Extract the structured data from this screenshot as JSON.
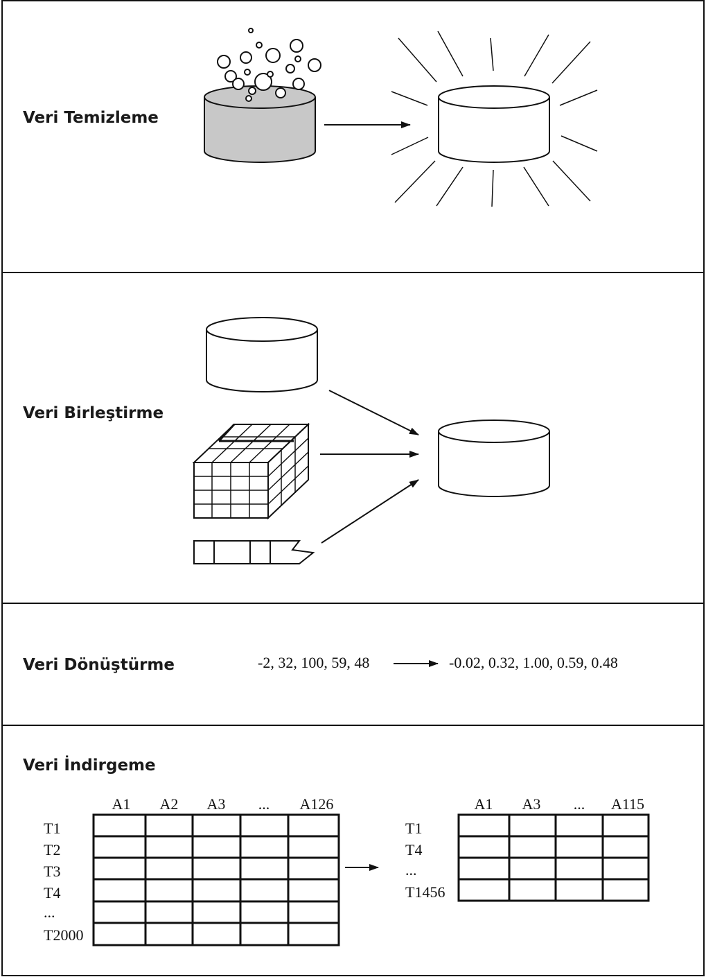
{
  "sections": {
    "cleaning": {
      "label": "Veri Temizleme"
    },
    "integration": {
      "label": "Veri Birleştirme"
    },
    "transformation": {
      "label": "Veri Dönüştürme",
      "input_values": "-2, 32, 100, 59, 48",
      "output_values": "-0.02, 0.32, 1.00, 0.59, 0.48"
    },
    "reduction": {
      "label": "Veri İndirgeme",
      "left_table": {
        "columns": [
          "A1",
          "A2",
          "A3",
          "...",
          "A126"
        ],
        "rows": [
          "T1",
          "T2",
          "T3",
          "T4",
          "...",
          "T2000"
        ]
      },
      "right_table": {
        "columns": [
          "A1",
          "A3",
          "...",
          "A115"
        ],
        "rows": [
          "T1",
          "T4",
          "...",
          "T1456"
        ]
      }
    }
  },
  "colors": {
    "line": "#111111",
    "dirty_fill": "#c8c8c8"
  }
}
